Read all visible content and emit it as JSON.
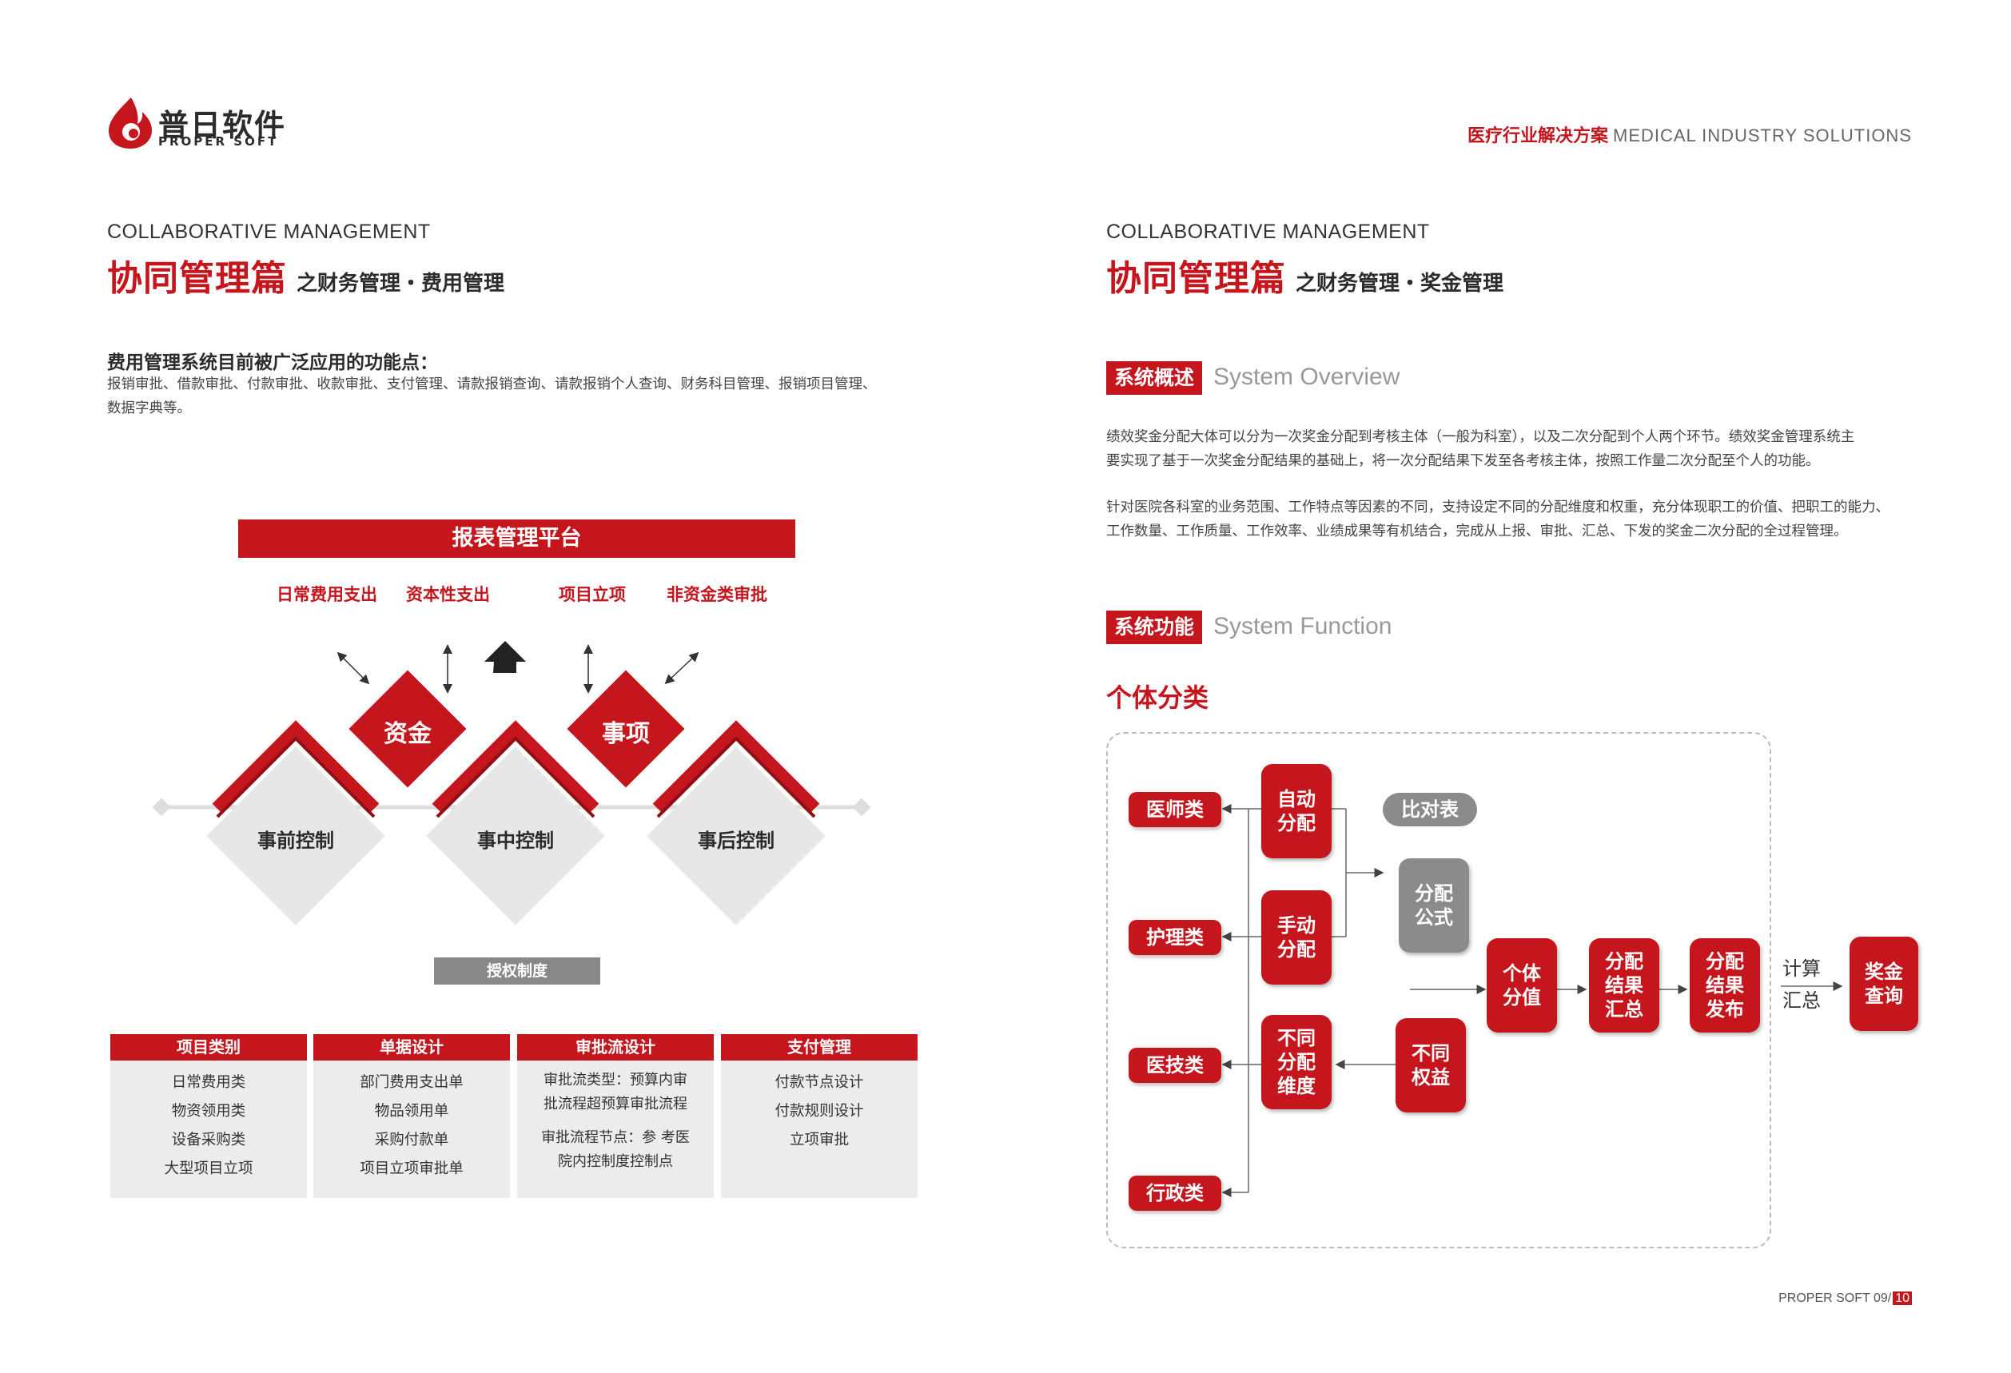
{
  "brand": {
    "name_cn": "普日软件",
    "name_en": "PROPER SOFT"
  },
  "header": {
    "cn": "医疗行业解决方案",
    "en": "MEDICAL INDUSTRY SOLUTIONS"
  },
  "left": {
    "section_en": "COLLABORATIVE MANAGEMENT",
    "section_cn": "协同管理篇",
    "section_sub": "之财务管理・费用管理",
    "intro_title": "费用管理系统目前被广泛应用的功能点：",
    "intro_line1": "报销审批、借款审批、付款审批、收款审批、支付管理、请款报销查询、请款报销个人查询、财务科目管理、报销项目管理、",
    "intro_line2": "数据字典等。",
    "platform": "报表管理平台",
    "categories": [
      "日常费用支出",
      "资本性支出",
      "项目立项",
      "非资金类审批"
    ],
    "red_diamonds": [
      "资金",
      "事项"
    ],
    "controls": [
      "事前控制",
      "事中控制",
      "事后控制"
    ],
    "auth": "授权制度",
    "table": [
      {
        "head": "项目类别",
        "rows": [
          "日常费用类",
          "物资领用类",
          "设备采购类",
          "大型项目立项"
        ]
      },
      {
        "head": "单据设计",
        "rows": [
          "部门费用支出单",
          "物品领用单",
          "采购付款单",
          "项目立项审批单"
        ]
      },
      {
        "head": "审批流设计",
        "rows": [
          "审批流类型：预算内审",
          "批流程超预算审批流程",
          "审批流程节点：参 考医",
          "院内控制度控制点"
        ]
      },
      {
        "head": "支付管理",
        "rows": [
          "付款节点设计",
          "付款规则设计",
          "立项审批"
        ]
      }
    ]
  },
  "right": {
    "section_en": "COLLABORATIVE MANAGEMENT",
    "section_cn": "协同管理篇",
    "section_sub": "之财务管理・奖金管理",
    "overview_tag": "系统概述",
    "overview_en": "System Overview",
    "overview_p1_l1": "绩效奖金分配大体可以分为一次奖金分配到考核主体（一般为科室），以及二次分配到个人两个环节。绩效奖金管理系统主",
    "overview_p1_l2": "要实现了基于一次奖金分配结果的基础上，将一次分配结果下发至各考核主体，按照工作量二次分配至个人的功能。",
    "overview_p2_l1": "针对医院各科室的业务范围、工作特点等因素的不同，支持设定不同的分配维度和权重，充分体现职工的价值、把职工的能力、",
    "overview_p2_l2": "工作数量、工作质量、工作效率、业绩成果等有机结合，完成从上报、审批、汇总、下发的奖金二次分配的全过程管理。",
    "function_tag": "系统功能",
    "function_en": "System Function",
    "flow_title": "个体分类",
    "flow": {
      "categories": [
        "医师类",
        "护理类",
        "医技类",
        "行政类"
      ],
      "auto": "自动\n分配",
      "manual": "手动\n分配",
      "diff_dim": "不同\n分配\n维度",
      "compare": "比对表",
      "formula": "分配\n公式",
      "rights": "不同\n权益",
      "individual": "个体\n分值",
      "result_sum": "分配\n结果\n汇总",
      "result_pub": "分配\n结果\n发布",
      "calc1": "计算",
      "calc2": "汇总",
      "bonus": "奖金\n查询"
    }
  },
  "footer": {
    "brand": "PROPER SOFT",
    "page_left": "09/",
    "page_right": "10"
  }
}
